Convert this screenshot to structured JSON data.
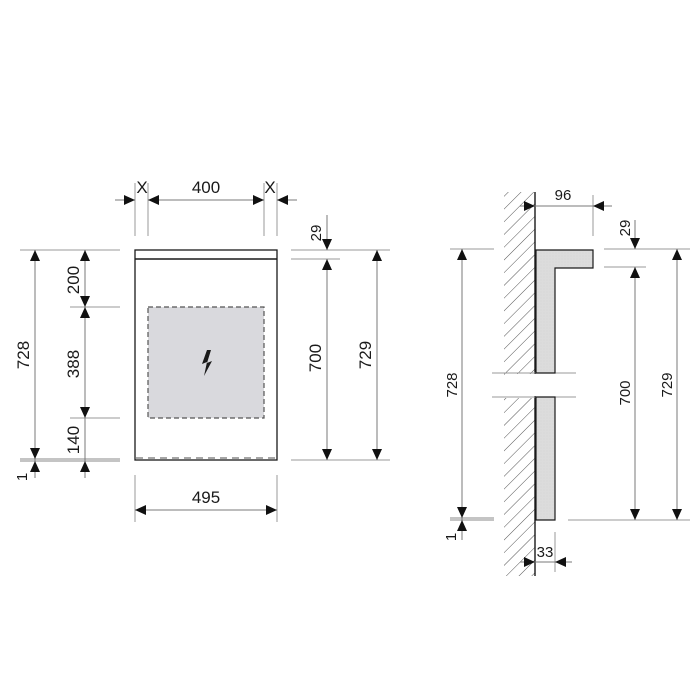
{
  "front_view": {
    "top_width_label": "400",
    "left_offset_label": "X",
    "right_offset_label": "X",
    "bottom_width_label": "495",
    "left_total_height_label": "728",
    "left_gap_label": "1",
    "segment_top_label": "200",
    "segment_middle_label": "388",
    "segment_bottom_label": "140",
    "right_top_gap_label": "29",
    "right_height_label": "700",
    "right_total_height_label": "729",
    "connection_area_icon": "electric-bolt-icon"
  },
  "side_view": {
    "depth_top_label": "96",
    "depth_bottom_label": "33",
    "left_total_height_label": "728",
    "left_gap_label": "1",
    "right_top_gap_label": "29",
    "right_height_label": "700",
    "right_total_height_label": "729",
    "wall_hatch": "wall-section"
  },
  "colors": {
    "fill_gray": "#d9d9d9",
    "line_dark": "#1a1a1a",
    "dim_line": "#7a7a7a"
  }
}
